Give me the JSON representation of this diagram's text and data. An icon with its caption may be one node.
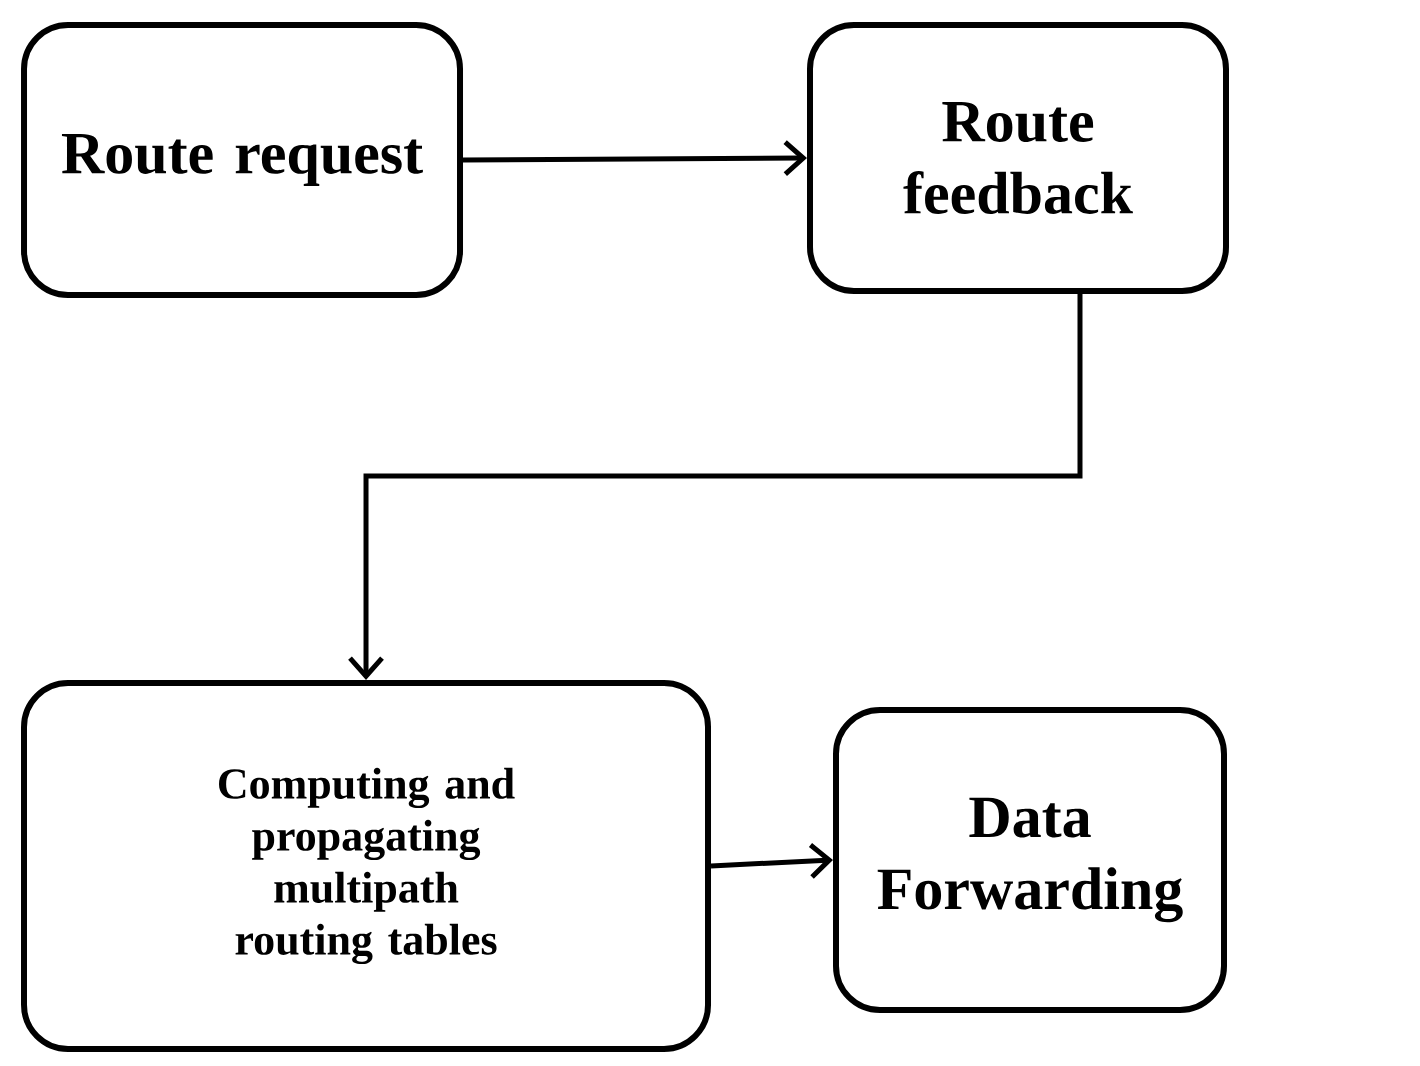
{
  "diagram": {
    "nodes": [
      {
        "text": [
          "Route request"
        ]
      },
      {
        "text": [
          "Route feedback"
        ]
      },
      {
        "text": [
          "Computing and propagating multipath routing tables"
        ]
      },
      {
        "text": [
          "Data Forwarding"
        ]
      }
    ],
    "edges": [
      {
        "from": 0,
        "to": 1,
        "arrow": "to"
      },
      {
        "from": 1,
        "to": 2,
        "arrow": "to"
      },
      {
        "from": 2,
        "to": 3,
        "arrow": "to"
      }
    ]
  }
}
